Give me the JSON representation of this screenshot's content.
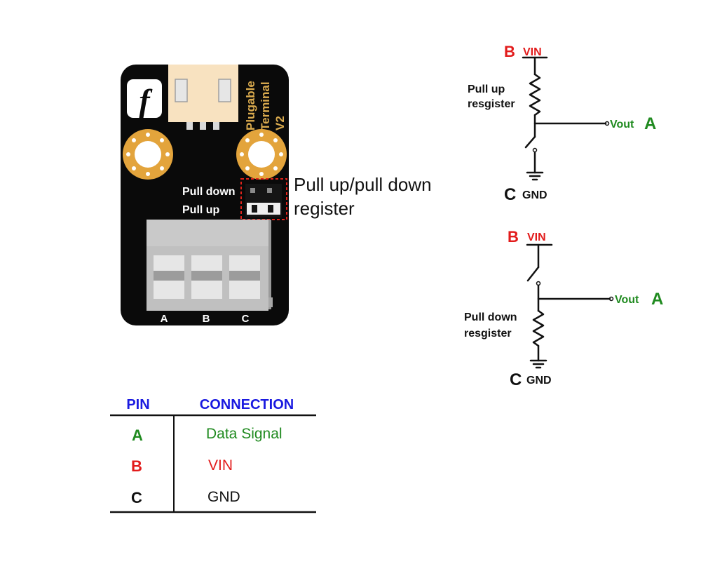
{
  "board": {
    "logo_letter": "f",
    "terminal_title": [
      "Plugable",
      "Terminal",
      "V2"
    ],
    "pull_down_label": "Pull down",
    "pull_up_label": "Pull up",
    "pin_labels": [
      "A",
      "B",
      "C"
    ],
    "callout": [
      "Pull up/pull down",
      "register"
    ],
    "colors": {
      "board": "#0a0a0a",
      "gold": "#e3a43c",
      "terminal_text": "#d9aa4e",
      "highlight": "#e2231a"
    }
  },
  "pullup_schematic": {
    "top_pin": "B",
    "top_net": "VIN",
    "resistor_label": [
      "Pull up",
      "resgister"
    ],
    "out_label": "Vout",
    "out_pin": "A",
    "bottom_pin": "C",
    "bottom_net": "GND"
  },
  "pulldown_schematic": {
    "top_pin": "B",
    "top_net": "VIN",
    "resistor_label": [
      "Pull down",
      "resgister"
    ],
    "out_label": "Vout",
    "out_pin": "A",
    "bottom_pin": "C",
    "bottom_net": "GND"
  },
  "pin_table": {
    "headers": [
      "PIN",
      "CONNECTION"
    ],
    "rows": [
      {
        "pin": "A",
        "connection": "Data Signal",
        "color": "#1f8a1f"
      },
      {
        "pin": "B",
        "connection": "VIN",
        "color": "#e21b1b"
      },
      {
        "pin": "C",
        "connection": "GND",
        "color": "#111111"
      }
    ],
    "header_color": "#1a1ae0"
  }
}
